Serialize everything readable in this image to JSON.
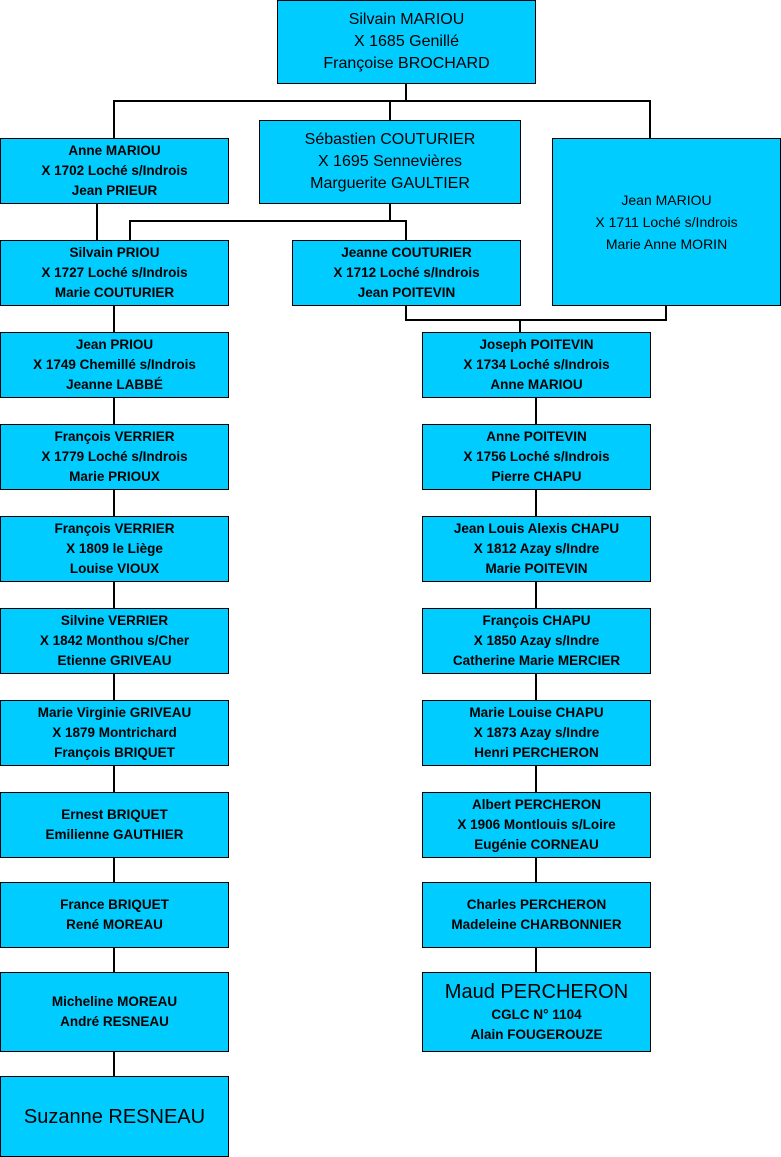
{
  "colors": {
    "box_fill": "#00ccff",
    "border": "#000000",
    "line": "#000000"
  },
  "boxes": {
    "b_silvain_mariou": [
      "Silvain MARIOU",
      "X  1685 Genillé",
      "Françoise BROCHARD"
    ],
    "b_anne_mariou": [
      "Anne MARIOU",
      "X  1702 Loché s/Indrois",
      "Jean PRIEUR"
    ],
    "b_sebastien": [
      "Sébastien COUTURIER",
      "X  1695 Sennevières",
      "Marguerite GAULTIER"
    ],
    "b_jean_mariou": [
      "Jean MARIOU",
      "X  1711 Loché s/Indrois",
      "Marie Anne MORIN"
    ],
    "b_silvain_priou": [
      "Silvain PRIOU",
      "X  1727 Loché s/Indrois",
      "Marie COUTURIER"
    ],
    "b_jeanne_couturier": [
      "Jeanne COUTURIER",
      "X  1712 Loché s/Indrois",
      "Jean POITEVIN"
    ],
    "b_jean_priou": [
      "Jean PRIOU",
      "X  1749 Chemillé s/Indrois",
      "Jeanne LABBÉ"
    ],
    "b_joseph_poitevin": [
      "Joseph POITEVIN",
      "X  1734 Loché s/Indrois",
      "Anne MARIOU"
    ],
    "b_francois_verrier_1": [
      "François VERRIER",
      "X  1779 Loché s/Indrois",
      "Marie PRIOUX"
    ],
    "b_anne_poitevin": [
      "Anne POITEVIN",
      "X  1756 Loché s/Indrois",
      "Pierre CHAPU"
    ],
    "b_francois_verrier_2": [
      "François VERRIER",
      "X  1809 le Liège",
      "Louise VIOUX"
    ],
    "b_jean_louis_chapu": [
      "Jean Louis Alexis CHAPU",
      "X  1812 Azay s/Indre",
      "Marie POITEVIN"
    ],
    "b_silvine_verrier": [
      "Silvine VERRIER",
      "X  1842 Monthou s/Cher",
      "Etienne GRIVEAU"
    ],
    "b_francois_chapu": [
      "François CHAPU",
      "X  1850 Azay s/Indre",
      "Catherine Marie MERCIER"
    ],
    "b_marie_virginie": [
      "Marie Virginie GRIVEAU",
      "X  1879 Montrichard",
      "François BRIQUET"
    ],
    "b_marie_louise_chapu": [
      "Marie Louise CHAPU",
      "X  1873 Azay s/Indre",
      "Henri PERCHERON"
    ],
    "b_ernest_briquet": [
      "Ernest BRIQUET",
      "Emilienne GAUTHIER"
    ],
    "b_albert_percheron": [
      "Albert PERCHERON",
      "X  1906 Montlouis s/Loire",
      "Eugénie CORNEAU"
    ],
    "b_france_briquet": [
      "France BRIQUET",
      "René MOREAU"
    ],
    "b_charles_percheron": [
      "Charles PERCHERON",
      "Madeleine CHARBONNIER"
    ],
    "b_micheline_moreau": [
      "Micheline MOREAU",
      "André RESNEAU"
    ],
    "b_maud_percheron": [
      "Maud PERCHERON",
      "CGLC N° 1104",
      "Alain FOUGEROUZE"
    ],
    "b_suzanne_resneau": [
      "Suzanne RESNEAU"
    ]
  }
}
